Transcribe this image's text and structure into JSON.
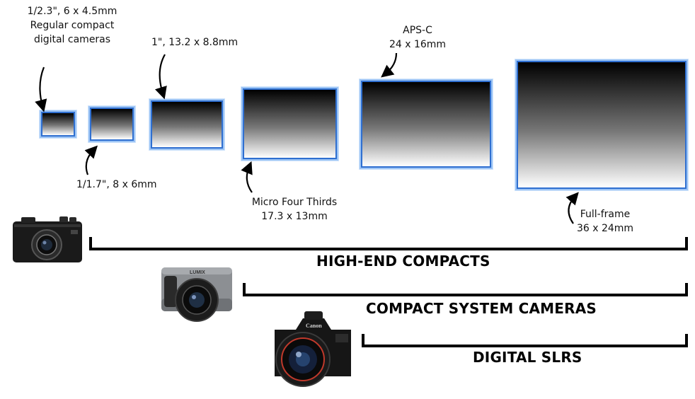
{
  "sensors": [
    {
      "id": "s-1-2-3",
      "label_lines": [
        "1/2.3\", 6 x 4.5mm",
        "Regular compact",
        "digital cameras"
      ]
    },
    {
      "id": "s-1-1-7",
      "label_lines": [
        "1/1.7\", 8 x 6mm"
      ]
    },
    {
      "id": "s-1inch",
      "label_lines": [
        "1\", 13.2 x 8.8mm"
      ]
    },
    {
      "id": "s-m43",
      "label_lines": [
        "Micro Four Thirds",
        "17.3 x 13mm"
      ]
    },
    {
      "id": "s-apsc",
      "label_lines": [
        "APS-C",
        "24 x 16mm"
      ]
    },
    {
      "id": "s-ff",
      "label_lines": [
        "Full-frame",
        "36 x 24mm"
      ]
    }
  ],
  "categories": {
    "high_end": "HIGH-END COMPACTS",
    "csc": "COMPACT SYSTEM CAMERAS",
    "dslr": "DIGITAL SLRS"
  },
  "camera_brands": {
    "csc": "LUMIX",
    "dslr": "Canon"
  },
  "colors": {
    "sensor_border": "#2f6fd0",
    "sensor_glow": "#9cc4f5",
    "text": "#111111",
    "bracket": "#000000"
  }
}
